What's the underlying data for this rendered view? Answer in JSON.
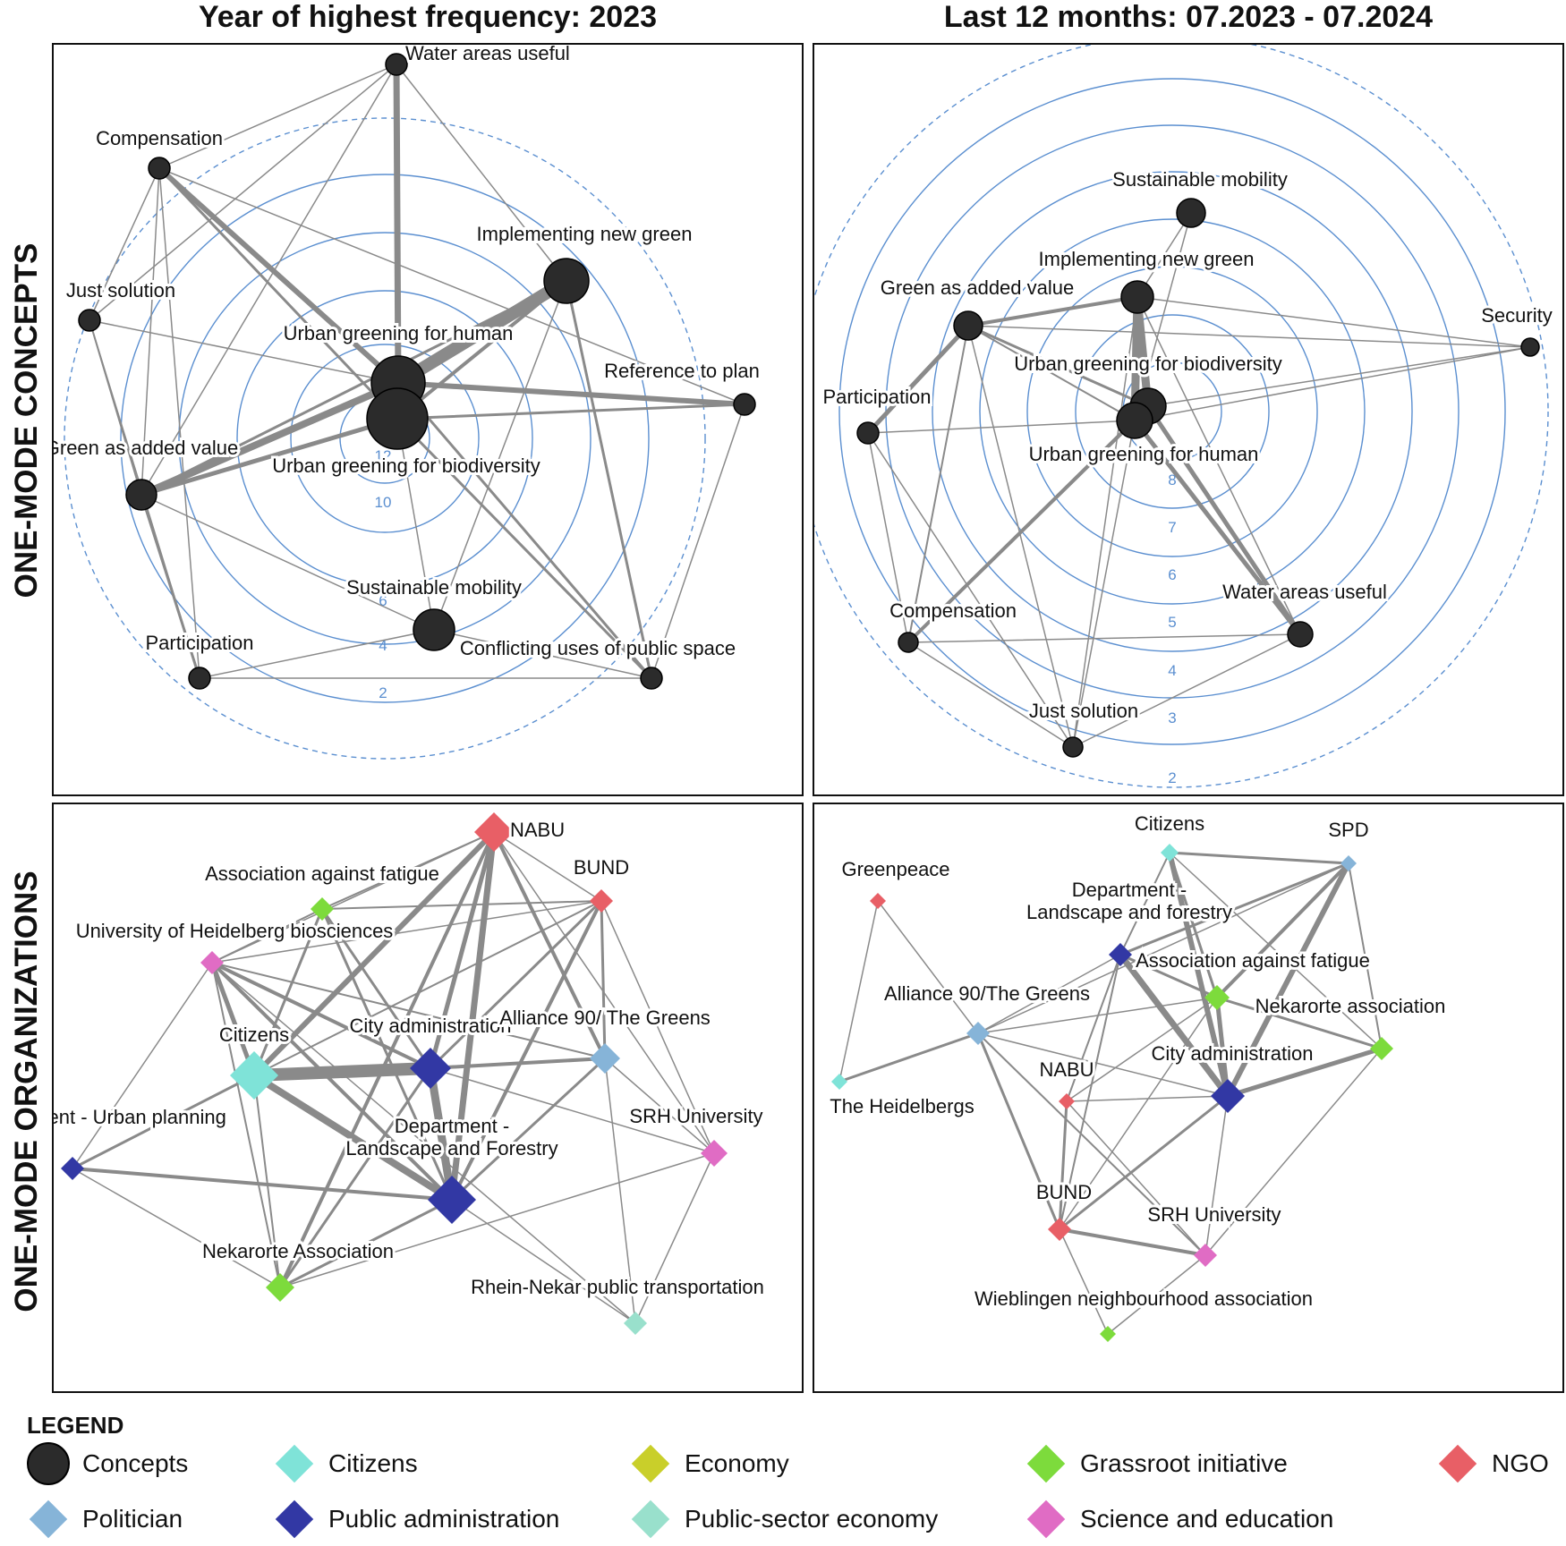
{
  "headings": {
    "col_left": "Year of highest frequency: 2023",
    "col_right": "Last 12 months: 07.2023 - 07.2024",
    "row_top": "ONE-MODE CONCEPTS",
    "row_bottom": "ONE-MODE ORGANIZATIONS"
  },
  "panels": {
    "concepts_2023": {
      "ring_labels": [
        "12",
        "10",
        "6",
        "4",
        "2"
      ],
      "nodes": [
        {
          "id": "water",
          "label": "Water areas useful"
        },
        {
          "id": "comp",
          "label": "Compensation"
        },
        {
          "id": "impl",
          "label": "Implementing new green"
        },
        {
          "id": "just",
          "label": "Just solution"
        },
        {
          "id": "human",
          "label": "Urban greening for human"
        },
        {
          "id": "ref",
          "label": "Reference to plan"
        },
        {
          "id": "gav",
          "label": "Green as added value"
        },
        {
          "id": "bio",
          "label": "Urban greening for biodiversity"
        },
        {
          "id": "mob",
          "label": "Sustainable mobility"
        },
        {
          "id": "part",
          "label": "Participation"
        },
        {
          "id": "conf",
          "label": "Conflicting uses of public space"
        }
      ]
    },
    "concepts_recent": {
      "ring_labels": [
        "8",
        "7",
        "6",
        "5",
        "4",
        "3",
        "2"
      ],
      "nodes": [
        {
          "id": "mob",
          "label": "Sustainable mobility"
        },
        {
          "id": "impl",
          "label": "Implementing new green"
        },
        {
          "id": "gav",
          "label": "Green as added value"
        },
        {
          "id": "sec",
          "label": "Security"
        },
        {
          "id": "bio",
          "label": "Urban greening for biodiversity"
        },
        {
          "id": "part",
          "label": "Participation"
        },
        {
          "id": "human",
          "label": "Urban greening for human"
        },
        {
          "id": "comp",
          "label": "Compensation"
        },
        {
          "id": "water",
          "label": "Water areas useful"
        },
        {
          "id": "just",
          "label": "Just solution"
        }
      ]
    },
    "orgs_2023": {
      "nodes": [
        {
          "id": "nabu",
          "label": "NABU",
          "category": "NGO"
        },
        {
          "id": "assoc",
          "label": "Association against fatigue",
          "category": "Grassroot initiative"
        },
        {
          "id": "bund",
          "label": "BUND",
          "category": "NGO"
        },
        {
          "id": "uni",
          "label": "University of Heidelberg biosciences",
          "category": "Science and education"
        },
        {
          "id": "citizens",
          "label": "Citizens",
          "category": "Citizens"
        },
        {
          "id": "city",
          "label": "City administration",
          "category": "Public administration"
        },
        {
          "id": "greens",
          "label": "Alliance 90/ The Greens",
          "category": "Politician"
        },
        {
          "id": "dup",
          "label": "Department - Urban planning",
          "category": "Public administration"
        },
        {
          "id": "dlf",
          "label": "Department - Landscape and Forestry",
          "category": "Public administration"
        },
        {
          "id": "srh",
          "label": "SRH University",
          "category": "Science and education"
        },
        {
          "id": "nek",
          "label": "Nekarorte Association",
          "category": "Grassroot initiative"
        },
        {
          "id": "rnv",
          "label": "Rhein-Nekar public transportation",
          "category": "Public-sector economy"
        }
      ]
    },
    "orgs_recent": {
      "nodes": [
        {
          "id": "citizens",
          "label": "Citizens",
          "category": "Citizens"
        },
        {
          "id": "spd",
          "label": "SPD",
          "category": "Politician"
        },
        {
          "id": "green",
          "label": "Greenpeace",
          "category": "NGO"
        },
        {
          "id": "dlf",
          "label": "Department - Landscape and forestry",
          "category": "Public administration"
        },
        {
          "id": "assoc",
          "label": "Association against fatigue",
          "category": "Grassroot initiative"
        },
        {
          "id": "greens",
          "label": "Alliance 90/The Greens",
          "category": "Politician"
        },
        {
          "id": "nek",
          "label": "Nekarorte association",
          "category": "Grassroot initiative"
        },
        {
          "id": "city",
          "label": "City administration",
          "category": "Public administration"
        },
        {
          "id": "heid",
          "label": "The Heidelbergs",
          "category": "Citizens"
        },
        {
          "id": "nabu",
          "label": "NABU",
          "category": "NGO"
        },
        {
          "id": "bund",
          "label": "BUND",
          "category": "NGO"
        },
        {
          "id": "srh",
          "label": "SRH University",
          "category": "Science and education"
        },
        {
          "id": "wieb",
          "label": "Wieblingen neighbourhood association",
          "category": "Grassroot initiative"
        }
      ]
    }
  },
  "legend": {
    "title": "LEGEND",
    "items": [
      {
        "label": "Concepts",
        "shape": "circle",
        "color": "#2b2b2b"
      },
      {
        "label": "Citizens",
        "shape": "diamond",
        "color": "#7fe3d8"
      },
      {
        "label": "Economy",
        "shape": "diamond",
        "color": "#c9cf2a"
      },
      {
        "label": "Grassroot initiative",
        "shape": "diamond",
        "color": "#7ddb3c"
      },
      {
        "label": "NGO",
        "shape": "diamond",
        "color": "#e85f66"
      },
      {
        "label": "Politician",
        "shape": "diamond",
        "color": "#86b4d8"
      },
      {
        "label": "Public administration",
        "shape": "diamond",
        "color": "#3238a4"
      },
      {
        "label": "Public-sector economy",
        "shape": "diamond",
        "color": "#99e0cc"
      },
      {
        "label": "Science and education",
        "shape": "diamond",
        "color": "#e06cc4"
      }
    ]
  },
  "colors": {
    "ring": "#5b8fd0",
    "edge": "#8a8a8a",
    "concept_node": "#2b2b2b"
  }
}
